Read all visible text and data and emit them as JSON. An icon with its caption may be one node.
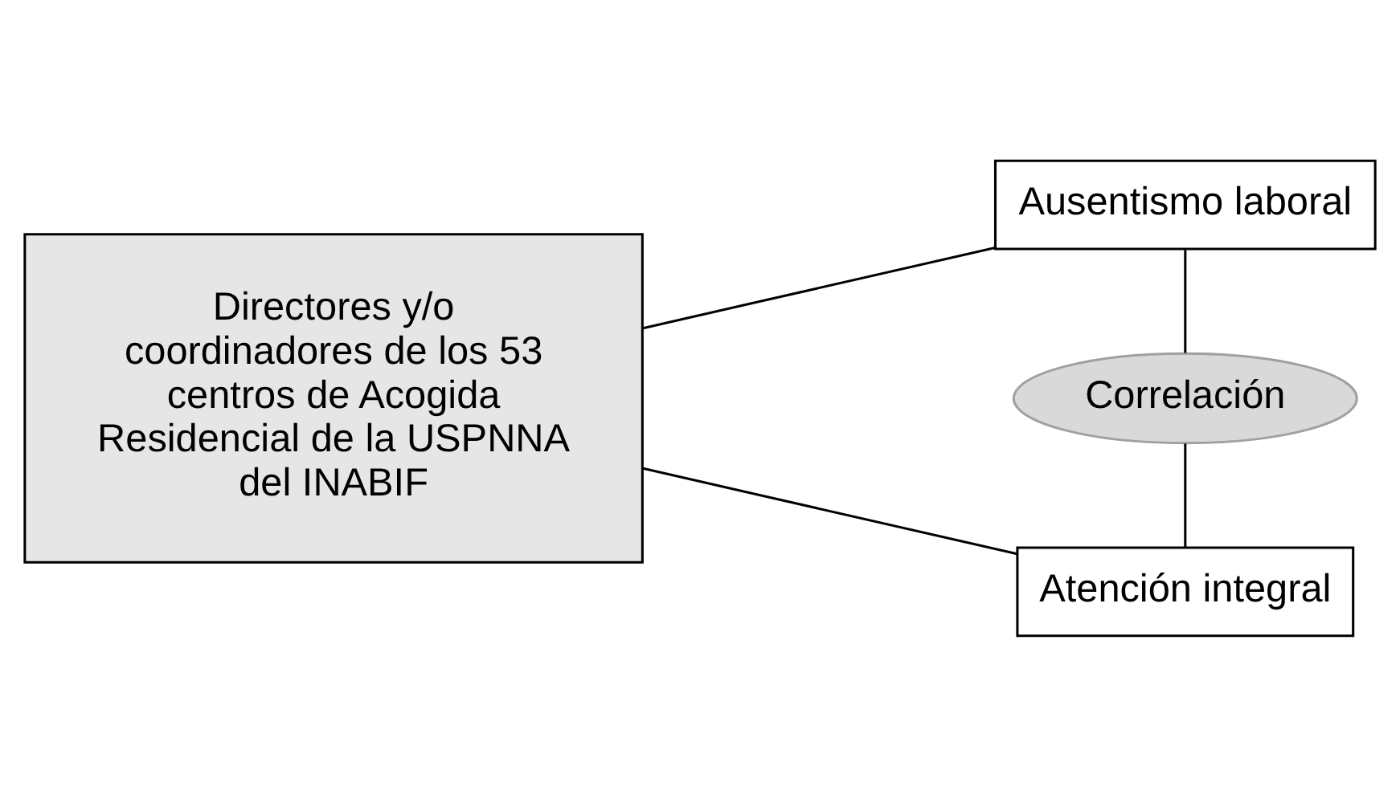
{
  "diagram": {
    "nodes": [
      {
        "text": [
          "Directores y/o coordinadores de los 53 centros de Acogida Residencial de la USPNNA del INABIF"
        ]
      },
      {
        "text": [
          "Ausentismo laboral"
        ]
      },
      {
        "text": [
          "Correlación"
        ]
      },
      {
        "text": [
          "Atención integral"
        ]
      }
    ],
    "edges": [
      {
        "from": 0,
        "to": 1,
        "arrow": "none"
      },
      {
        "from": 0,
        "to": 3,
        "arrow": "none"
      },
      {
        "from": 1,
        "to": 2,
        "arrow": "none"
      },
      {
        "from": 2,
        "to": 3,
        "arrow": "none"
      }
    ]
  }
}
